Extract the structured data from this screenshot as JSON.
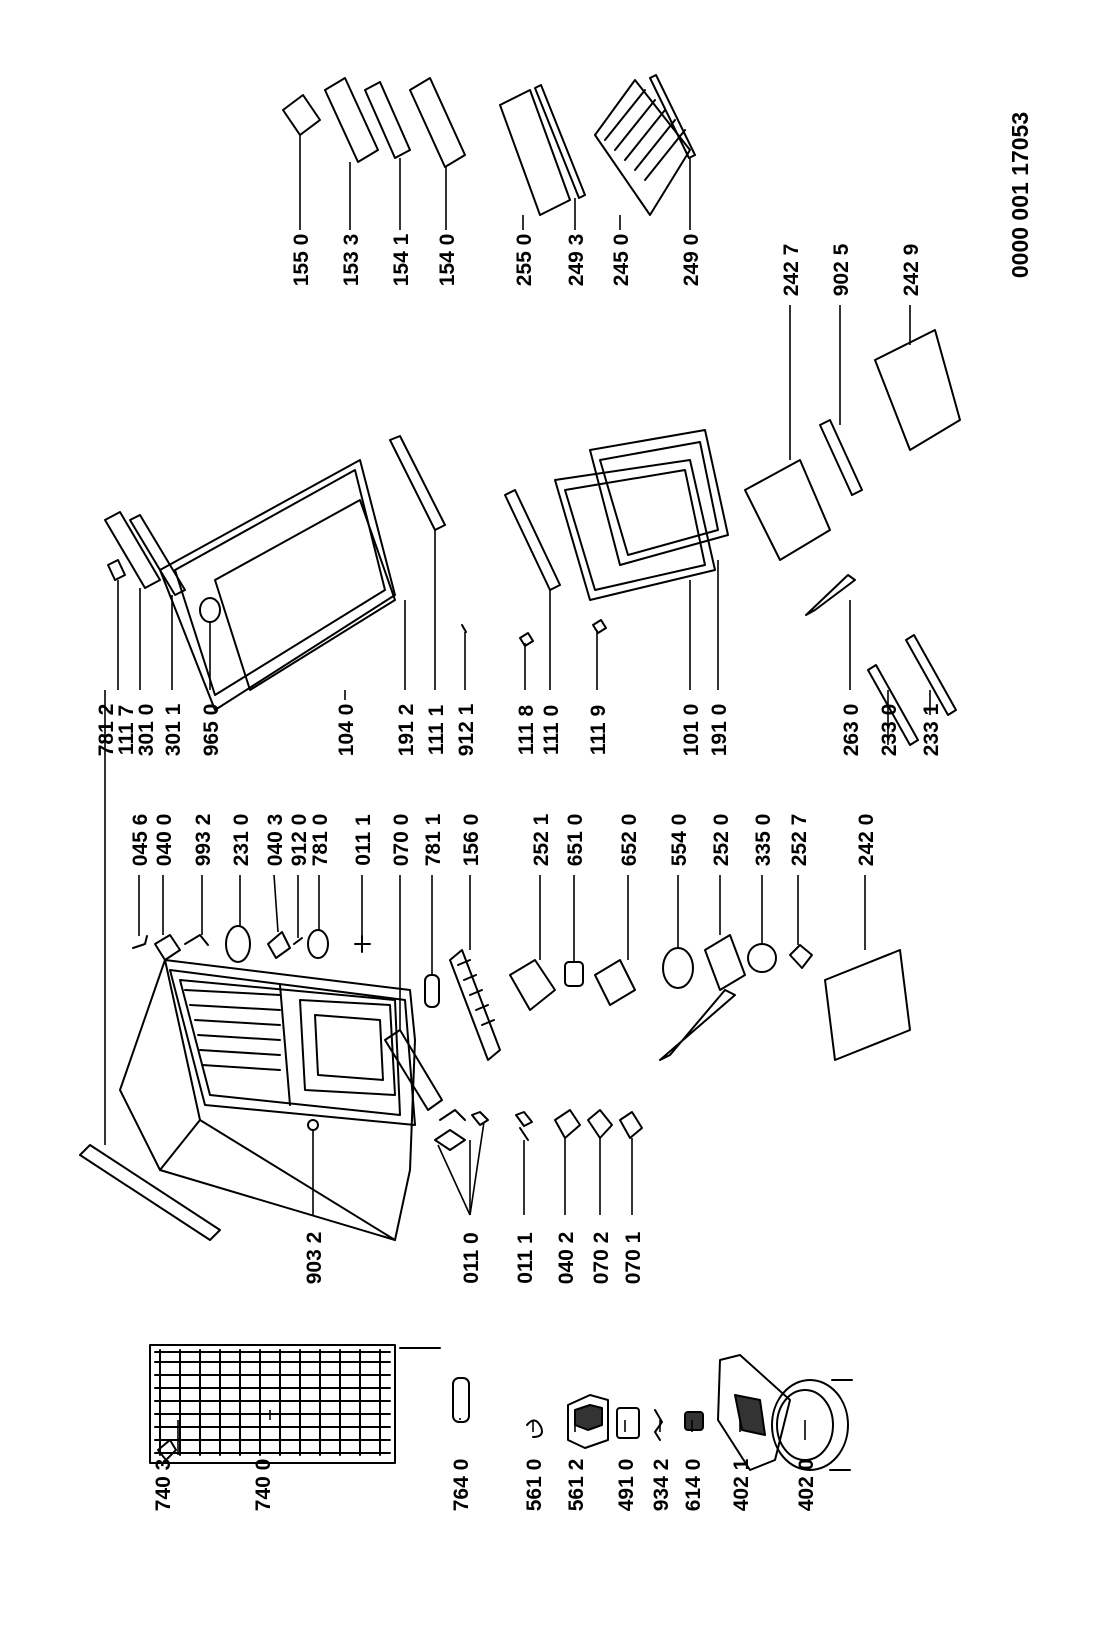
{
  "drawing_code": "0000 001 17053",
  "labels": {
    "l7403": "740 3",
    "l7400": "740 0",
    "l7640": "764 0",
    "l5610": "561 0",
    "l5612": "561 2",
    "l4910": "491 0",
    "l9342": "934 2",
    "l6140": "614 0",
    "l4021": "402 1",
    "l4020": "402 0",
    "l9032": "903 2",
    "l0110": "011 0",
    "l0111b": "011 1",
    "l0402": "040 2",
    "l0702": "070 2",
    "l0701": "070 1",
    "l0456": "045 6",
    "l0400": "040 0",
    "l9932": "993 2",
    "l2310": "231 0",
    "l0403": "040 3",
    "l9120": "912 0",
    "l7810": "781 0",
    "l0111a": "011 1",
    "l0700": "070 0",
    "l7811": "781 1",
    "l1560": "156 0",
    "l2521": "252 1",
    "l6510": "651 0",
    "l6520": "652 0",
    "l5540": "554 0",
    "l2520": "252 0",
    "l3350": "335 0",
    "l2527": "252 7",
    "l2420": "242 0",
    "l7812": "781 2",
    "l1117": "111 7",
    "l3010": "301 0",
    "l3011": "301 1",
    "l9650": "965 0",
    "l1040": "104 0",
    "l1912": "191 2",
    "l1111": "111 1",
    "l9121": "912 1",
    "l1118": "111 8",
    "l1110": "111 0",
    "l1119": "111 9",
    "l1010": "101 0",
    "l1910": "191 0",
    "l2630": "263 0",
    "l2330": "233 0",
    "l2331": "233 1",
    "l1550": "155 0",
    "l1533": "153 3",
    "l1541": "154 1",
    "l1540": "154 0",
    "l2550": "255 0",
    "l2493": "249 3",
    "l2450": "245 0",
    "l2490": "249 0",
    "l2427": "242 7",
    "l9025": "902 5",
    "l2429": "242 9"
  }
}
